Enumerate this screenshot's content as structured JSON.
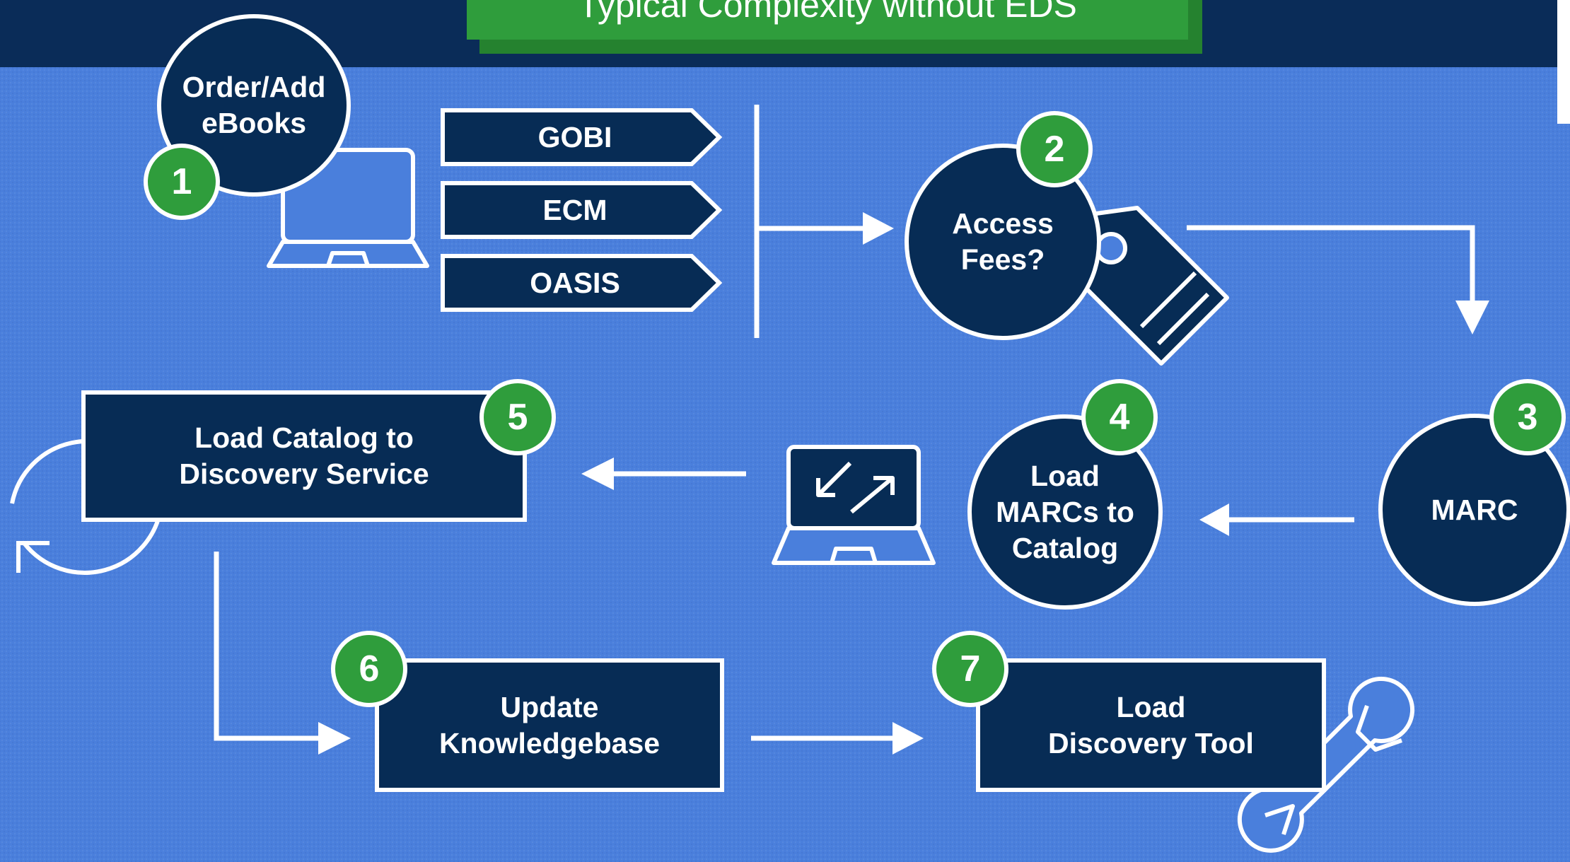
{
  "title": "Typical Complexity without EDS",
  "colors": {
    "background": "#4a7fdc",
    "navy": "#072c55",
    "band": "#0a2c58",
    "green": "#2f9d3c",
    "white": "#ffffff"
  },
  "steps": [
    {
      "number": "1",
      "label": "Order/Add\neBooks",
      "icon": "laptop-icon"
    },
    {
      "number": "2",
      "label": "Access\nFees?",
      "icon": "price-tag-icon"
    },
    {
      "number": "3",
      "label": "MARC"
    },
    {
      "number": "4",
      "label": "Load\nMARCs to\nCatalog",
      "icon": "laptop-transfer-icon"
    },
    {
      "number": "5",
      "label": "Load Catalog to\nDiscovery Service",
      "icon": "refresh-cycle-icon"
    },
    {
      "number": "6",
      "label": "Update\nKnowledgebase"
    },
    {
      "number": "7",
      "label": "Load\nDiscovery Tool",
      "icon": "wrench-icon"
    }
  ],
  "vendors": [
    "GOBI",
    "ECM",
    "OASIS"
  ]
}
